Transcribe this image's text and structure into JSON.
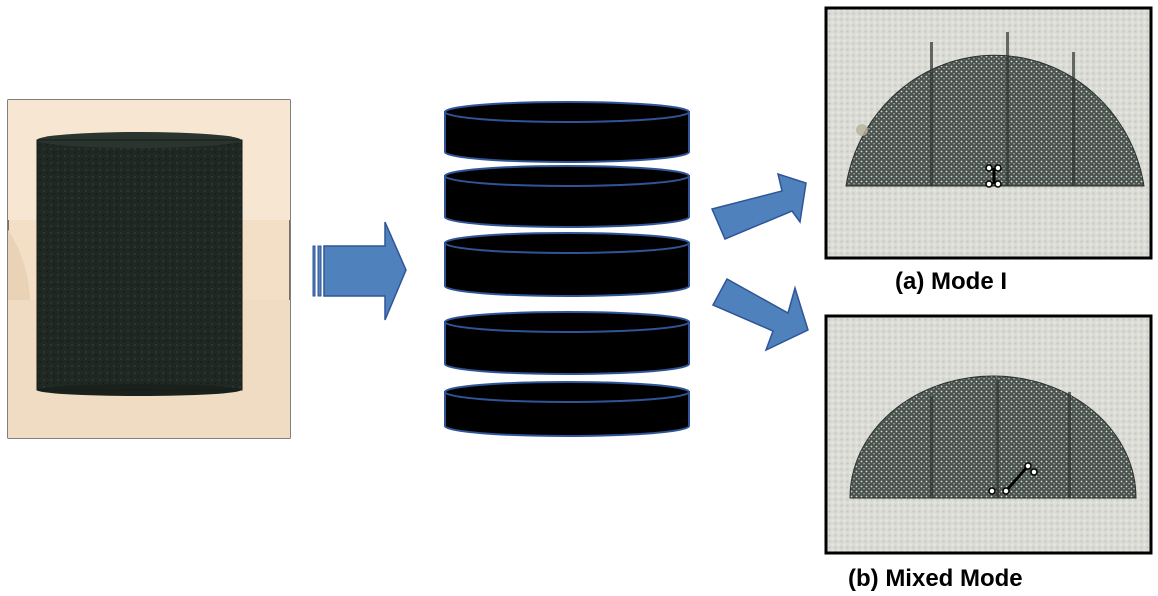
{
  "captions": {
    "mode_one": "(a) Mode I",
    "mixed_mode": "(b) Mixed Mode"
  },
  "colors": {
    "arrow_fill": "#4f81bd",
    "arrow_stroke": "#2f5597",
    "disc_fill": "#000000",
    "disc_rim": "#2f5597",
    "specimen_body": "#1e2722",
    "specimen_background": "#f4e0c8"
  },
  "slices": 5
}
